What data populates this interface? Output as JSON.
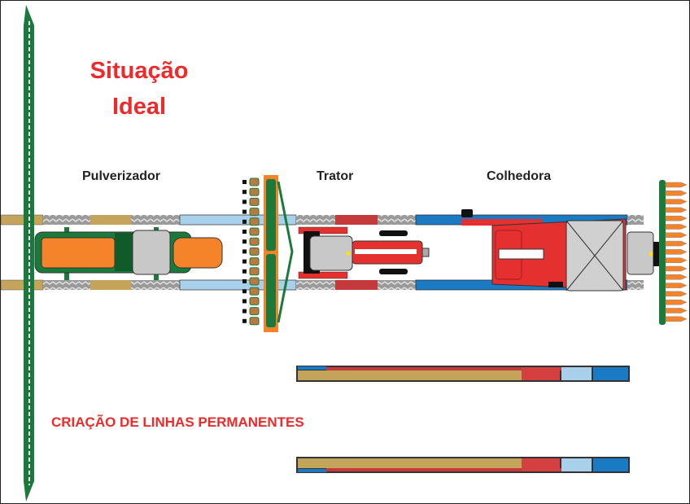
{
  "title": {
    "line1": "Situação",
    "line2": "Ideal"
  },
  "labels": {
    "sprayer": "Pulverizador",
    "tractor": "Trator",
    "harvester": "Colhedora"
  },
  "caption": "CRIAÇÃO DE LINHAS PERMANENTES",
  "colors": {
    "red_text": "#ee2a2a",
    "green": "#1a7a3c",
    "orange": "#f5832a",
    "tan": "#c4a35a",
    "light_blue": "#a8d0ea",
    "blue": "#1a7ac4",
    "red": "#e53030",
    "dark_red": "#c43a3a",
    "grey": "#c8c8c8"
  }
}
